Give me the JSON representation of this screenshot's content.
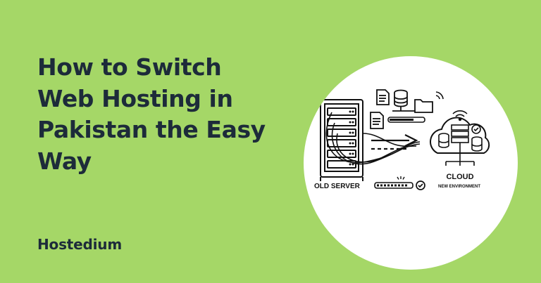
{
  "headline": {
    "line1": "How to Switch",
    "line2": "Web Hosting in",
    "line3": "Pakistan the Easy",
    "line4": "Way"
  },
  "brand": {
    "name": "Hostedium"
  },
  "illustration": {
    "old_server_label": "OLD SERVER",
    "cloud_label": "CLOUD",
    "new_environment_label": "NEW ENVIRONMENT",
    "icons": [
      "server-rack-icon",
      "document-icon",
      "database-icon",
      "folder-icon",
      "wifi-icon",
      "cloud-icon",
      "checkmark-icon",
      "progress-bar",
      "arrow-right-icon"
    ]
  },
  "colors": {
    "background": "#a5d767",
    "headline_text": "#1d2b3a",
    "circle": "#ffffff",
    "ink": "#111111"
  }
}
